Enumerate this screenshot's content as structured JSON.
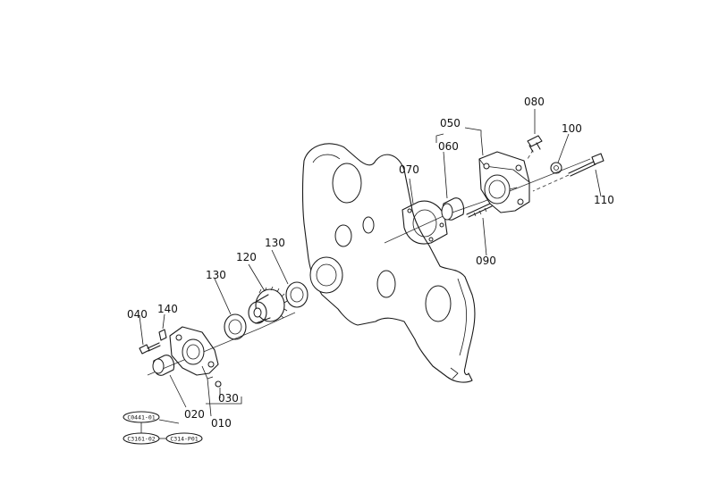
{
  "parts": {
    "p010": "010",
    "p020": "020",
    "p030": "030",
    "p040": "040",
    "p050": "050",
    "p060": "060",
    "p070": "070",
    "p080": "080",
    "p090": "090",
    "p100": "100",
    "p110": "110",
    "p120": "120",
    "p130a": "130",
    "p130b": "130",
    "p140": "140"
  },
  "refs": {
    "r1": "C0441-01",
    "r2": "C3161-02",
    "r3": "C314-P01"
  }
}
